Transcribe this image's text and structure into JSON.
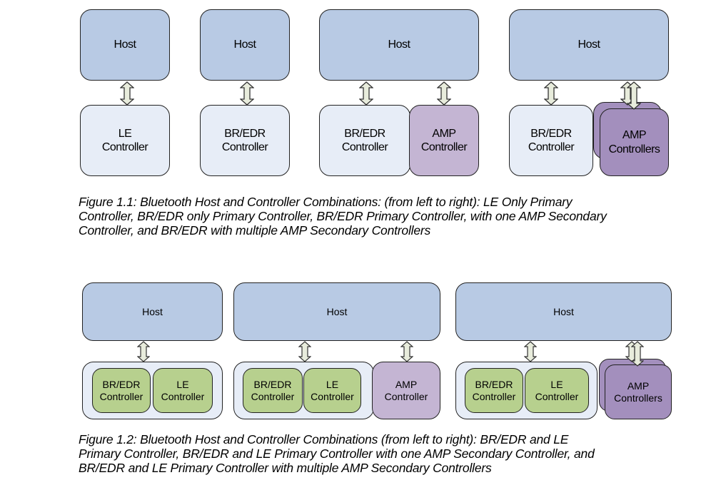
{
  "figure1": {
    "hosts": [
      "Host",
      "Host",
      "Host",
      "Host"
    ],
    "controllers": [
      {
        "line1": "LE",
        "line2": "Controller"
      },
      {
        "line1": "BR/EDR",
        "line2": "Controller"
      },
      {
        "line1": "BR/EDR",
        "line2": "Controller"
      },
      {
        "line1": "AMP",
        "line2": "Controller"
      },
      {
        "line1": "BR/EDR",
        "line2": "Controller"
      },
      {
        "line1": "AMP",
        "line2": "Controllers"
      }
    ],
    "caption": [
      "Figure 1.1:  Bluetooth Host and Controller Combinations: (from left to right): LE Only Primary",
      "Controller, BR/EDR only Primary Controller, BR/EDR Primary Controller, with one AMP Secondary",
      "Controller, and BR/EDR with multiple AMP Secondary Controllers"
    ]
  },
  "figure2": {
    "hosts": [
      "Host",
      "Host",
      "Host"
    ],
    "controllers": [
      {
        "line1": "BR/EDR",
        "line2": "Controller"
      },
      {
        "line1": "LE",
        "line2": "Controller"
      },
      {
        "line1": "BR/EDR",
        "line2": "Controller"
      },
      {
        "line1": "LE",
        "line2": "Controller"
      },
      {
        "line1": "AMP",
        "line2": "Controller"
      },
      {
        "line1": "BR/EDR",
        "line2": "Controller"
      },
      {
        "line1": "LE",
        "line2": "Controller"
      },
      {
        "line1": "AMP",
        "line2": "Controllers"
      }
    ],
    "caption": [
      "Figure 1.2:  Bluetooth Host and Controller Combinations (from left to right): BR/EDR and LE",
      "Primary Controller, BR/EDR and LE Primary Controller with one AMP Secondary Controller, and",
      "BR/EDR and LE Primary Controller with multiple AMP Secondary Controllers"
    ]
  },
  "colors": {
    "host": "#b8cae4",
    "controller": "#e7edf7",
    "amp": "#c4b5d3",
    "amp_multi": "#a38fbd",
    "le_green": "#b7d08e"
  }
}
